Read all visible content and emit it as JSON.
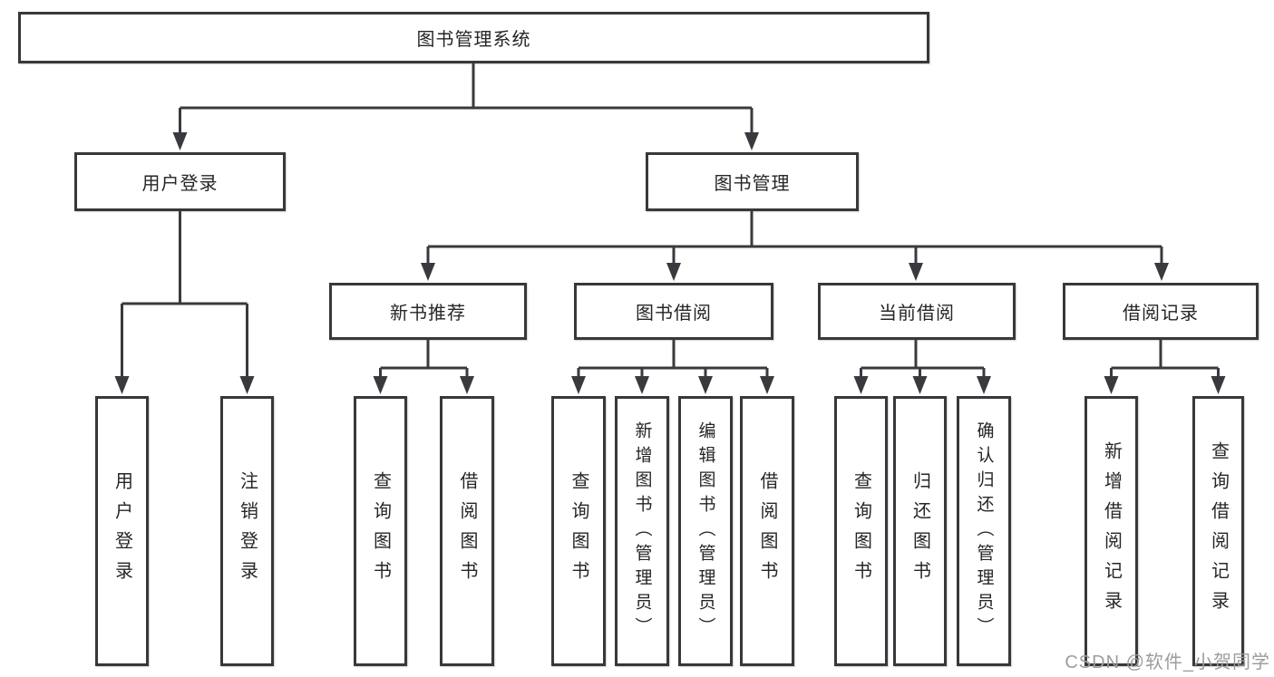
{
  "diagram": {
    "tree": {
      "label": "图书管理系统",
      "children": [
        {
          "label": "用户登录",
          "children": [
            {
              "label": "用户登录"
            },
            {
              "label": "注销登录"
            }
          ]
        },
        {
          "label": "图书管理",
          "children": [
            {
              "label": "新书推荐",
              "children": [
                {
                  "label": "查询图书"
                },
                {
                  "label": "借阅图书"
                }
              ]
            },
            {
              "label": "图书借阅",
              "children": [
                {
                  "label": "查询图书"
                },
                {
                  "label": "新增图书（管理员）"
                },
                {
                  "label": "编辑图书（管理员）"
                },
                {
                  "label": "借阅图书"
                }
              ]
            },
            {
              "label": "当前借阅",
              "children": [
                {
                  "label": "查询图书"
                },
                {
                  "label": "归还图书"
                },
                {
                  "label": "确认归还（管理员）"
                }
              ]
            },
            {
              "label": "借阅记录",
              "children": [
                {
                  "label": "新增借阅记录"
                },
                {
                  "label": "查询借阅记录"
                }
              ]
            }
          ]
        }
      ]
    },
    "watermark": "CSDN @软件_小贺同学",
    "colors": {
      "line": "#3a3a3e",
      "box_border": "#38383c",
      "box_fill": "#ffffff",
      "text": "#262626",
      "watermark": "#9c9c9c",
      "background": "#ffffff"
    }
  }
}
